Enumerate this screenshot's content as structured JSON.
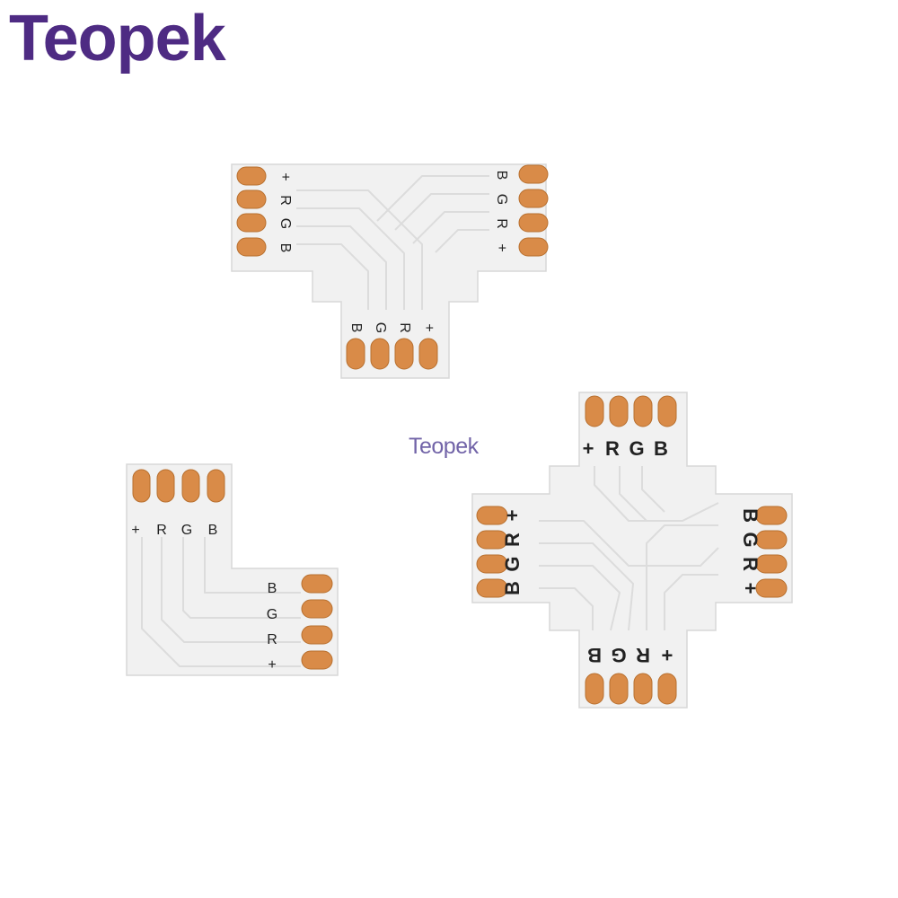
{
  "brand": {
    "logo_text": "Teopek",
    "watermark_text": "Teopek",
    "logo_color": "#4e2b83",
    "watermark_color": "#5a4a9a"
  },
  "colors": {
    "board": "#f1f1f1",
    "board_edge": "#d7d7d7",
    "pad": "#d98b48",
    "pad_edge": "#b8702f",
    "trace": "#dcdcdc",
    "label": "#222222"
  },
  "connectors": {
    "t_connector": {
      "left_labels": [
        "+",
        "R",
        "G",
        "B"
      ],
      "right_labels": [
        "B",
        "G",
        "R",
        "+"
      ],
      "bottom_labels": [
        "B",
        "G",
        "R",
        "+"
      ]
    },
    "l_connector": {
      "top_labels": [
        "+",
        "R",
        "G",
        "B"
      ],
      "right_labels": [
        "B",
        "G",
        "R",
        "+"
      ]
    },
    "x_connector": {
      "top_labels": [
        "+",
        "R",
        "G",
        "B"
      ],
      "left_labels": [
        "+",
        "R",
        "G",
        "B"
      ],
      "right_labels": [
        "B",
        "G",
        "R",
        "+"
      ],
      "bottom_labels": [
        "B",
        "G",
        "R",
        "+"
      ]
    }
  }
}
